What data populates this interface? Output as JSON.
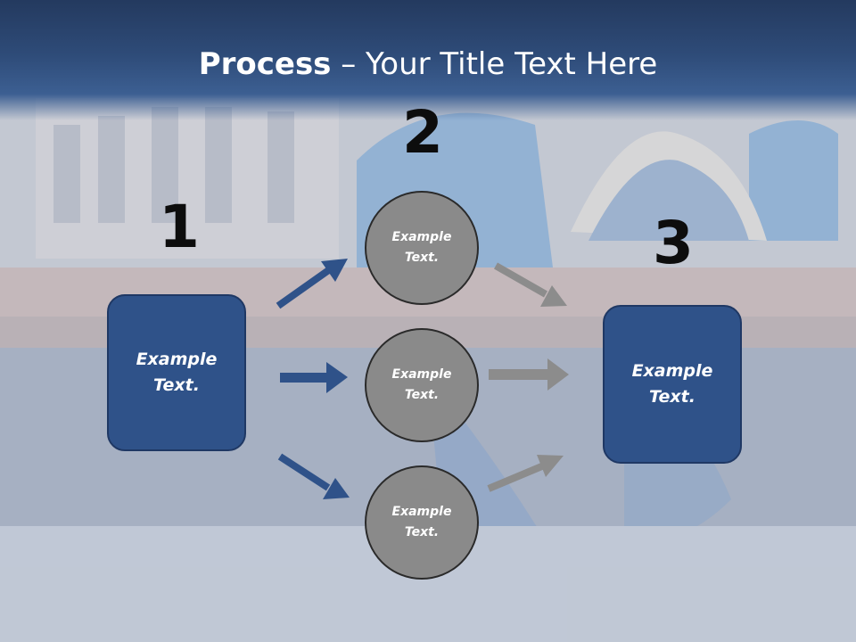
{
  "slide": {
    "title_bold": "Process",
    "title_rest": " – Your Title Text Here"
  },
  "steps": {
    "step1_number": "1",
    "step2_number": "2",
    "step3_number": "3"
  },
  "boxes": {
    "left_label": "Example\nText.",
    "right_label": "Example\nText."
  },
  "circles": [
    {
      "label": "Example\nText."
    },
    {
      "label": "Example\nText."
    },
    {
      "label": "Example\nText."
    }
  ],
  "colors": {
    "header": "#2e4b78",
    "box_fill": "#2f5289",
    "circle_fill": "#8a8a8a",
    "blue_arrow": "#2f5289",
    "gray_arrow": "#8c8c8c"
  }
}
